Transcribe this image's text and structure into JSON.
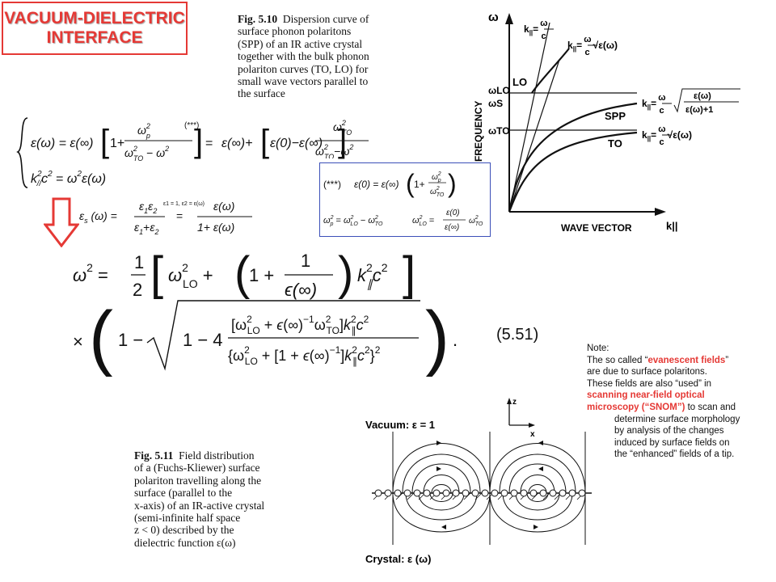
{
  "title": {
    "line1": "VACUUM-DIELECTRIC",
    "line2": "INTERFACE"
  },
  "fig510": {
    "label": "Fig. 5.10",
    "lines": [
      "Dispersion curve of",
      "surface phonon polaritons",
      "(SPP) of an IR active crystal",
      "together with the bulk phonon",
      "polariton curves (TO, LO) for",
      "small wave vectors parallel to",
      "the surface"
    ]
  },
  "dispersion_plot": {
    "y_axis": "FREQUENCY",
    "x_axis": "WAVE VECTOR",
    "omega": "ω",
    "k_axis": "k||",
    "omega_LO": "ωLO",
    "omega_S": "ωS",
    "omega_TO": "ωTO",
    "curve_labels": {
      "LO": "LO",
      "SPP": "SPP",
      "TO": "TO"
    },
    "light_line_top": "k|| = ω / c",
    "light_line_eps": "k|| = ω / c · √ε(ω)",
    "spp_relation": "k|| = ω / c · √[ε(ω) / (ε(ω)+1)]",
    "to_relation": "k|| = ω / c · √ε(ω)"
  },
  "equations": {
    "system_line1": "ε(ω) = ε(∞)[1 + ωp² / (ωTO² − ω²)] = ε(∞) + [ε(0) − ε(∞)] ωTO² / (ωTO² − ω²)",
    "marker": "(***)",
    "system_line2": "k||² c² = ω² ε(ω)",
    "eps_s": "εs(ω) = ε1ε2 / (ε1 + ε2) = ε(ω) / (1 + ε(ω))",
    "eps_s_condition": "ε1 = 1, ε2 = ε(ω)",
    "box_line1": "(***)  ε(0) = ε(∞)(1 + ωp² / ωTO²)",
    "box_line2": "ωp² = ωLO² − ωTO²      ωLO² = ε(0) / ε(∞) · ωTO²",
    "main_eq_number": "(5.51)"
  },
  "note": {
    "heading": "Note:",
    "t1": "The so called “",
    "evanescent": "evanescent fields",
    "t2": "”",
    "t3": "are due to surface polaritons.",
    "t4": "These fields are also “used” in",
    "snom1": "scanning near-field optical",
    "snom2": "microscopy (“SNOM”)",
    "t5": " to scan and",
    "indent_lines": [
      "determine surface morphology",
      "by analysis of the changes",
      "induced  by surface fields on",
      "the “enhanced” fields of a tip."
    ]
  },
  "fig511": {
    "label": "Fig. 5.11",
    "lines": [
      "Field distribution",
      "of a (Fuchs-Kliewer) surface",
      "polariton travelling along the",
      "surface (parallel to the",
      "x-axis) of an IR-active crystal",
      "(semi-infinite half space",
      "z < 0) described by the",
      "dielectric function ε(ω)"
    ]
  },
  "field_plot": {
    "vacuum_label": "Vacuum: ε = 1",
    "crystal_label": "Crystal: ε (ω)",
    "z": "z",
    "x": "x"
  },
  "colors": {
    "accent_red": "#e53935",
    "box_blue": "#3b4fb8"
  }
}
